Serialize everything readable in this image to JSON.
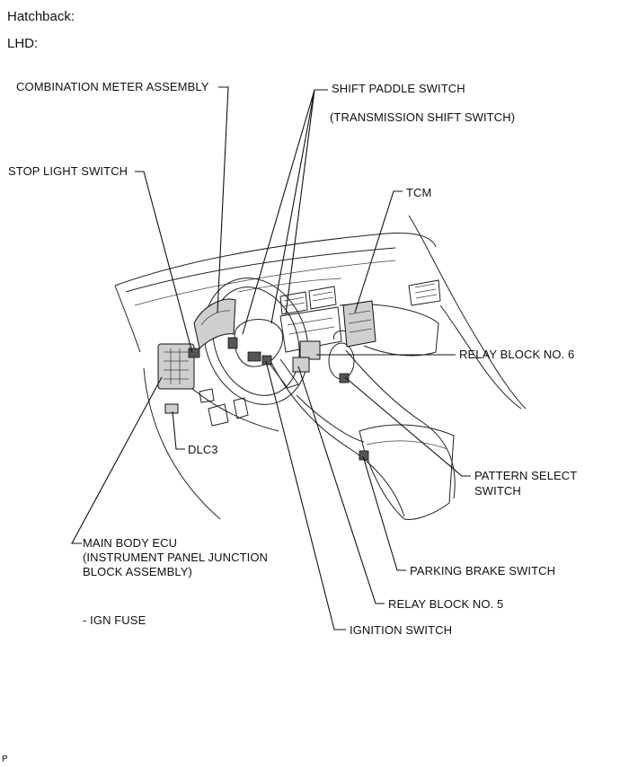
{
  "header": {
    "body_style": "Hatchback:",
    "drive": "LHD:"
  },
  "labels": {
    "combination_meter": "COMBINATION METER ASSEMBLY",
    "shift_paddle": "SHIFT PADDLE SWITCH",
    "shift_paddle_sub": "(TRANSMISSION SHIFT SWITCH)",
    "stop_light": "STOP LIGHT SWITCH",
    "tcm": "TCM",
    "relay6": "RELAY BLOCK NO. 6",
    "pattern_select_1": "PATTERN SELECT",
    "pattern_select_2": "SWITCH",
    "dlc3": "DLC3",
    "main_body_ecu_1": "MAIN BODY ECU",
    "main_body_ecu_2": "(INSTRUMENT PANEL JUNCTION",
    "main_body_ecu_3": "BLOCK ASSEMBLY)",
    "parking_brake": "PARKING BRAKE SWITCH",
    "relay5": "RELAY BLOCK NO. 5",
    "ign_fuse": "- IGN FUSE",
    "ignition": "IGNITION SWITCH"
  },
  "footer": {
    "code": "P"
  }
}
